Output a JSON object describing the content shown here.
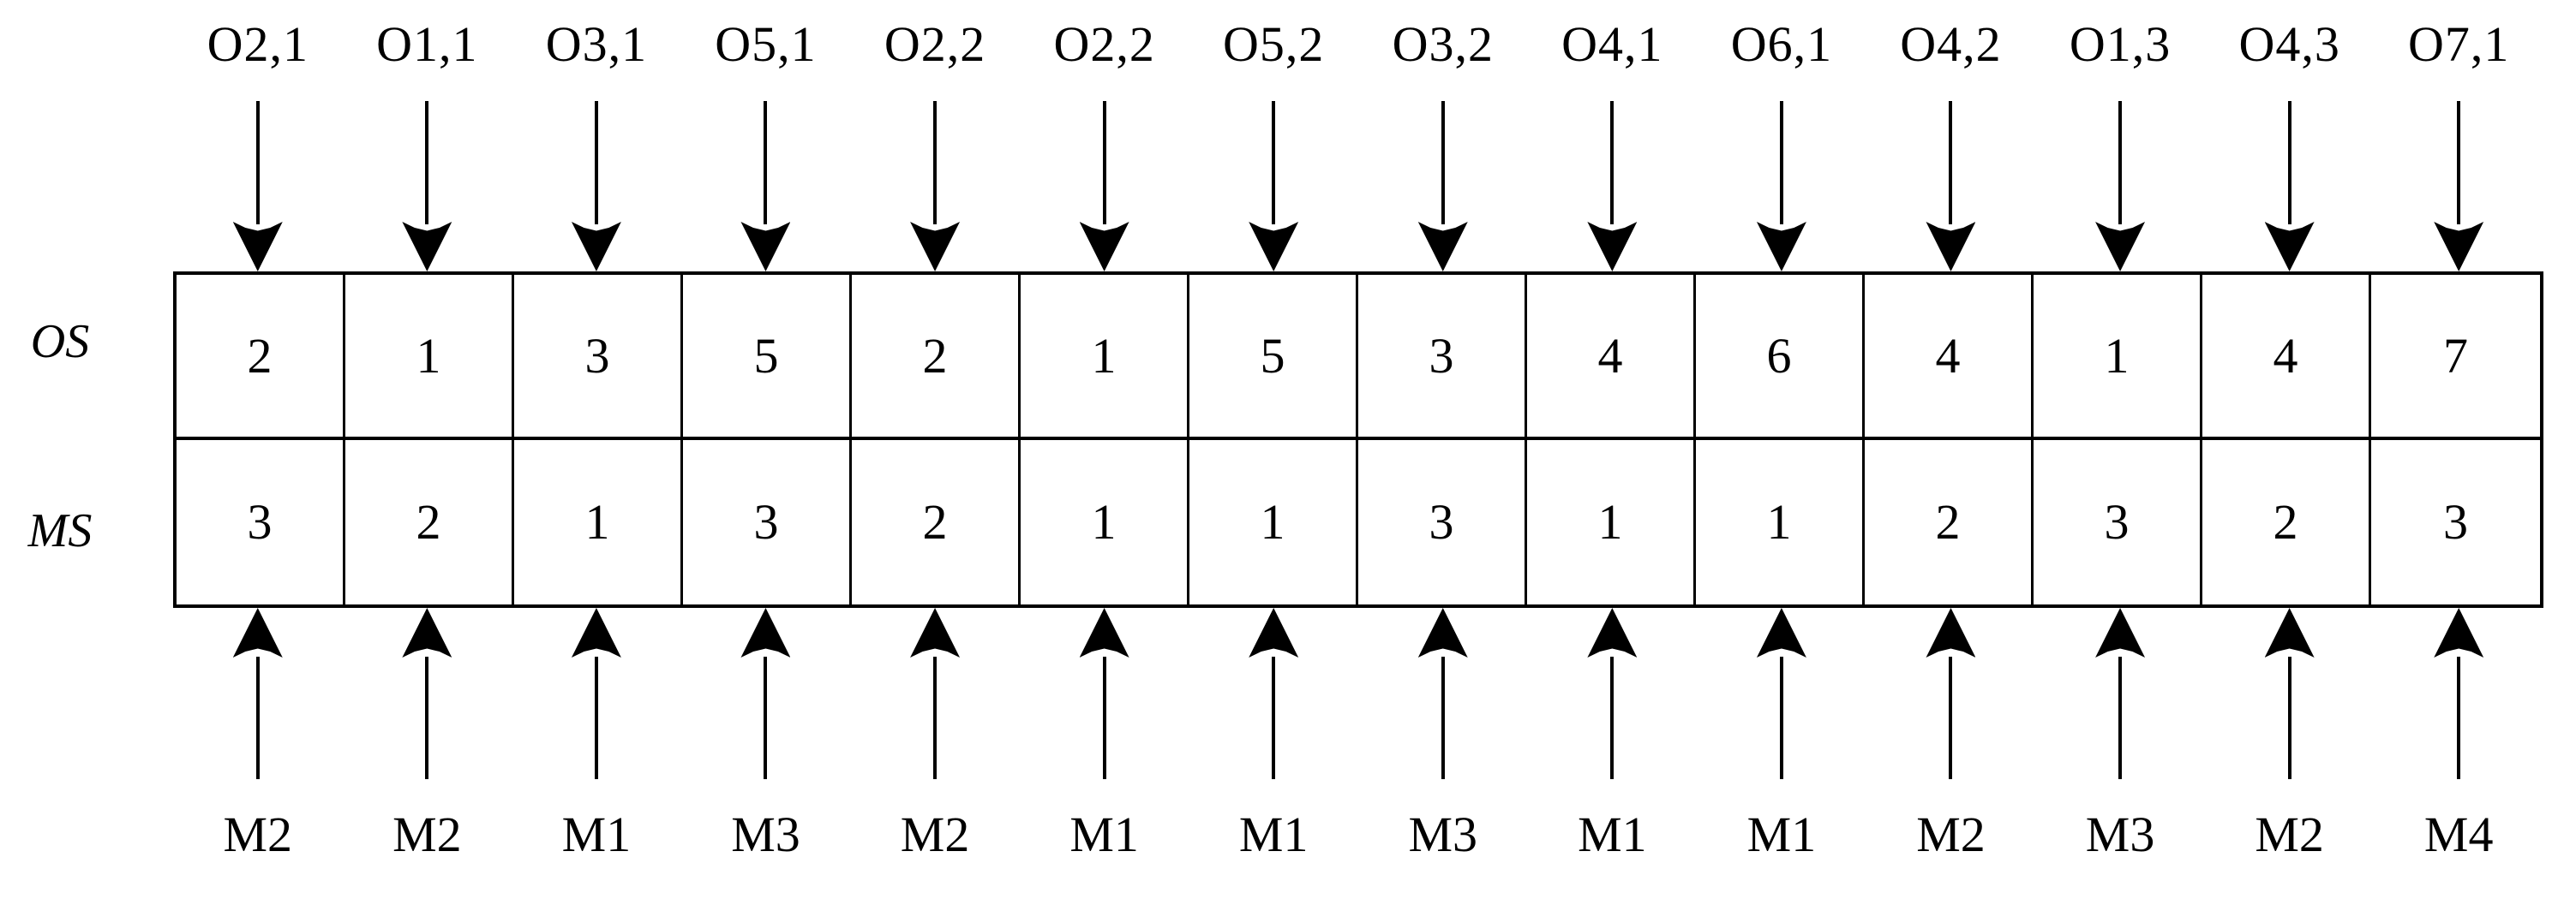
{
  "diagram": {
    "os_label": "OS",
    "ms_label": "MS",
    "columns": [
      {
        "operation": "O2,1",
        "os_value": "2",
        "ms_value": "3",
        "machine": "M2"
      },
      {
        "operation": "O1,1",
        "os_value": "1",
        "ms_value": "2",
        "machine": "M2"
      },
      {
        "operation": "O3,1",
        "os_value": "3",
        "ms_value": "1",
        "machine": "M1"
      },
      {
        "operation": "O5,1",
        "os_value": "5",
        "ms_value": "3",
        "machine": "M3"
      },
      {
        "operation": "O2,2",
        "os_value": "2",
        "ms_value": "2",
        "machine": "M2"
      },
      {
        "operation": "O2,2",
        "os_value": "1",
        "ms_value": "1",
        "machine": "M1"
      },
      {
        "operation": "O5,2",
        "os_value": "5",
        "ms_value": "1",
        "machine": "M1"
      },
      {
        "operation": "O3,2",
        "os_value": "3",
        "ms_value": "3",
        "machine": "M3"
      },
      {
        "operation": "O4,1",
        "os_value": "4",
        "ms_value": "1",
        "machine": "M1"
      },
      {
        "operation": "O6,1",
        "os_value": "6",
        "ms_value": "1",
        "machine": "M1"
      },
      {
        "operation": "O4,2",
        "os_value": "4",
        "ms_value": "2",
        "machine": "M2"
      },
      {
        "operation": "O1,3",
        "os_value": "1",
        "ms_value": "3",
        "machine": "M3"
      },
      {
        "operation": "O4,3",
        "os_value": "4",
        "ms_value": "2",
        "machine": "M2"
      },
      {
        "operation": "O7,1",
        "os_value": "7",
        "ms_value": "3",
        "machine": "M4"
      }
    ],
    "line_color": "#000000",
    "background_color": "#ffffff"
  }
}
